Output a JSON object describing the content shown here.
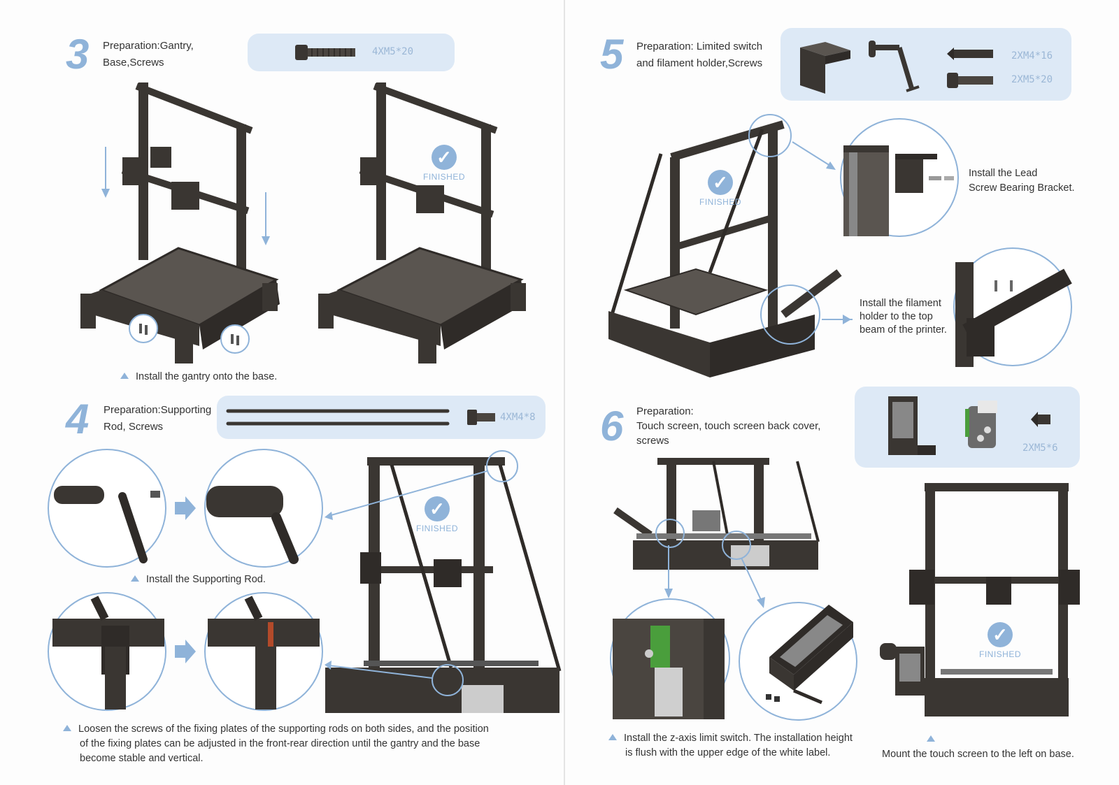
{
  "steps": {
    "s3": {
      "num": "3",
      "title1": "Preparation:Gantry,",
      "title2": "Base,Screws",
      "part1": "4XM5*20",
      "caption": "Install the gantry onto the base."
    },
    "s4": {
      "num": "4",
      "title1": "Preparation:Supporting",
      "title2": "Rod, Screws",
      "part1": "4XM4*8",
      "caption1": "Install the Supporting Rod.",
      "caption2a": "Loosen the screws of the fixing plates of the supporting rods on both sides, and the position",
      "caption2b": "of the fixing plates can be adjusted in the front-rear direction until the gantry and the base",
      "caption2c": "become stable and vertical."
    },
    "s5": {
      "num": "5",
      "title1": "Preparation: Limited switch",
      "title2": "and filament holder,Screws",
      "part1": "2XM4*16",
      "part2": "2XM5*20",
      "note1a": "Install the Lead",
      "note1b": "Screw Bearing Bracket.",
      "note2a": "Install the filament",
      "note2b": "holder to the top",
      "note2c": "beam of the printer."
    },
    "s6": {
      "num": "6",
      "title1": "Preparation:",
      "title2": "Touch screen, touch screen back cover,",
      "title3": "screws",
      "part1": "2XM5*6",
      "caption1a": "Install the z-axis limit switch. The installation height",
      "caption1b": "is flush with the upper edge of the white label.",
      "caption2": "Mount the touch screen to the left on base."
    }
  },
  "finished_label": "FINISHED",
  "colors": {
    "accent": "#8fb3d9",
    "panel": "#dde9f6",
    "frame": "#3a3632",
    "text": "#333333"
  },
  "icons": [
    "check-circle-icon",
    "arrow-right-icon",
    "triangle-bullet-icon"
  ]
}
